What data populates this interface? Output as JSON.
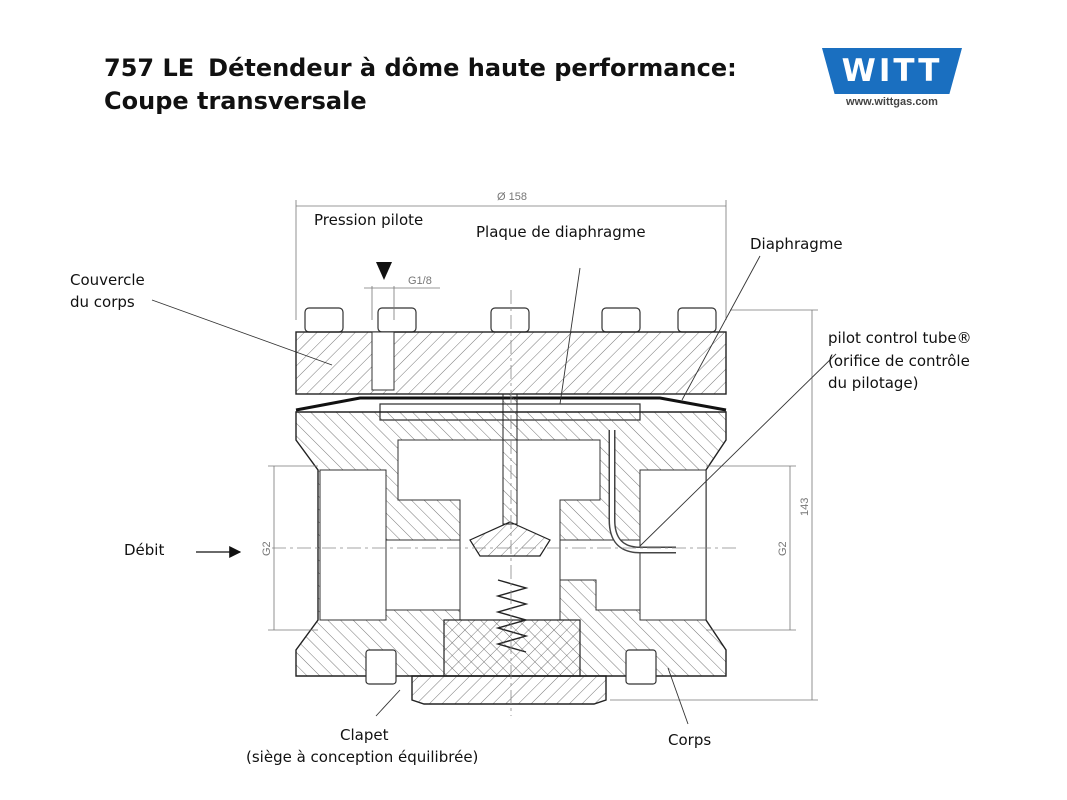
{
  "header": {
    "code": "757 LE",
    "title_line1": "Détendeur à dôme haute performance:",
    "title_line2": "Coupe transversale"
  },
  "logo": {
    "brand": "WITT",
    "url": "www.wittgas.com",
    "color": "#1a6fc0"
  },
  "dimensions": {
    "diameter": "Ø 158",
    "pilot_thread": "G1/8",
    "height": "143",
    "inlet_thread": "G2",
    "outlet_thread": "G2"
  },
  "labels": {
    "pressure_pilot": "Pression pilote",
    "diaphragm_plate": "Plaque de diaphragme",
    "diaphragm": "Diaphragme",
    "cover_line1": "Couvercle",
    "cover_line2": "du corps",
    "pilot_tube_line1": "pilot control tube®",
    "pilot_tube_line2": "(orifice de contrôle",
    "pilot_tube_line3": "du pilotage)",
    "flow": "Débit",
    "valve_line1": "Clapet",
    "valve_line2": "(siège à conception équilibrée)",
    "body": "Corps"
  }
}
